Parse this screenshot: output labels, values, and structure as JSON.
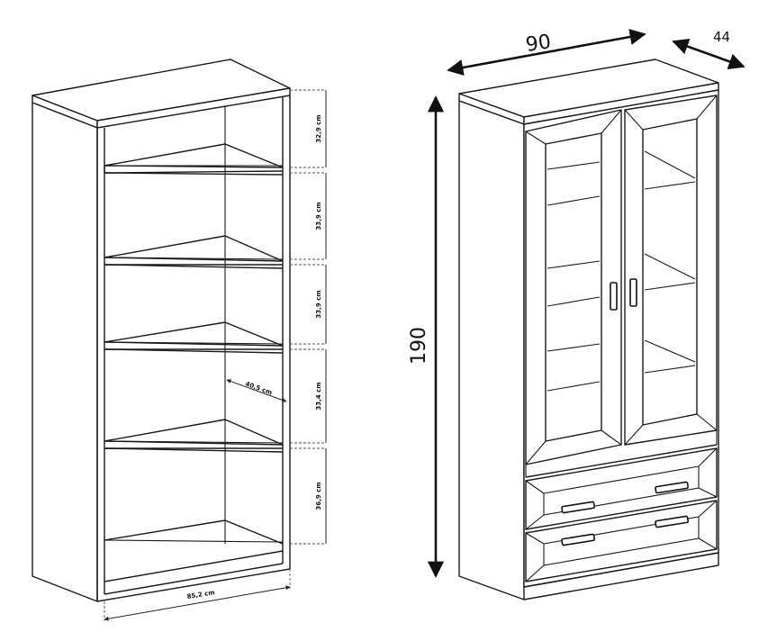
{
  "left_bookcase": {
    "shelf_heights": [
      "32,9 cm",
      "33,9 cm",
      "33,9 cm",
      "33,4 cm",
      "36,9 cm"
    ],
    "depth_label": "40,5 cm",
    "width_label": "85,2 cm"
  },
  "right_cabinet": {
    "width_label": "90",
    "depth_label": "44",
    "height_label": "190"
  }
}
